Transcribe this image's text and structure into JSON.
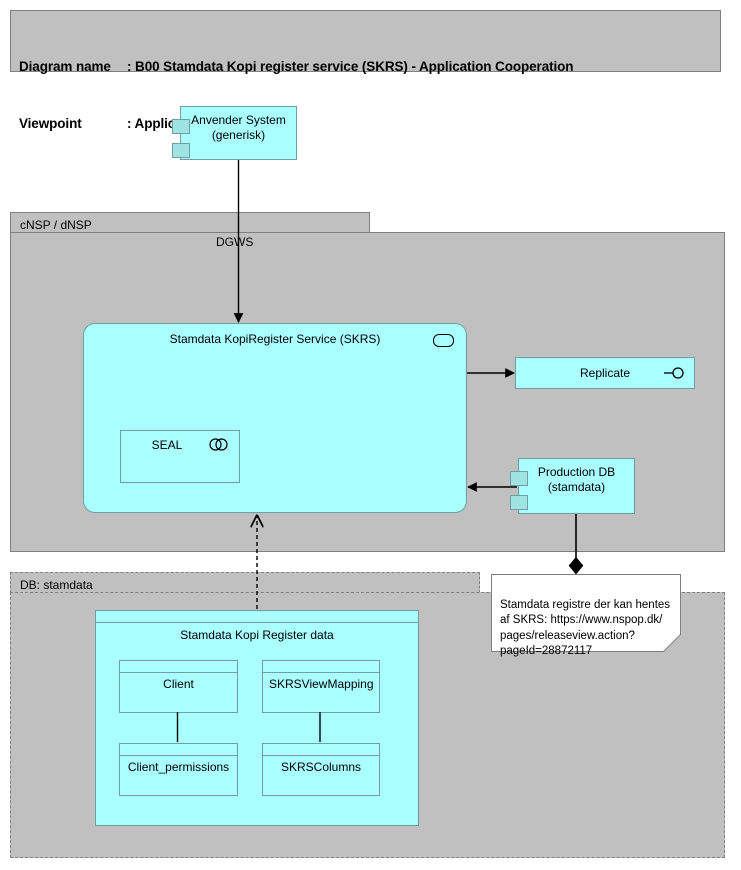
{
  "header": {
    "line1_label": "Diagram name",
    "line1_sep": ": ",
    "line1_value": "B00 Stamdata Kopi register service (SKRS) - Application Cooperation",
    "line2_label": "Viewpoint",
    "line2_sep": ": ",
    "line2_value": "Application Cooperation"
  },
  "colors": {
    "element_fill": "#aaffff",
    "element_stroke": "#6f9fa3",
    "group_fill": "#c0c0c0",
    "group_stroke": "#808080",
    "note_fill": "#ffffff",
    "connector": "#000000",
    "tab_fill": "#9fe3e3"
  },
  "elements": {
    "anvender_system": {
      "label": "Anvender System\n(generisk)",
      "line1": "Anvender System",
      "line2": "(generisk)",
      "type": "application-component"
    },
    "skrs_service": {
      "label": "Stamdata KopiRegister Service (SKRS)",
      "type": "application-service",
      "icon": "rounded-oval-icon"
    },
    "seal": {
      "label": "SEAL",
      "type": "application-collaboration",
      "icon": "two-circles-icon"
    },
    "replicate": {
      "label": "Replicate",
      "type": "application-interface",
      "icon": "lollipop-interface-icon"
    },
    "production_db": {
      "label": "Production DB\n(stamdata)",
      "line1": "Production DB",
      "line2": "(stamdata)",
      "type": "application-component"
    },
    "skr_data": {
      "label": "Stamdata Kopi Register data",
      "type": "data-object"
    },
    "client": {
      "label": "Client",
      "type": "data-object"
    },
    "skrs_view_mapping": {
      "label": "SKRSViewMapping",
      "type": "data-object"
    },
    "client_permissions": {
      "label": "Client_permissions",
      "type": "data-object"
    },
    "skrs_columns": {
      "label": "SKRSColumns",
      "type": "data-object"
    }
  },
  "groups": {
    "cnsp": {
      "label": "cNSP / dNSP",
      "border": "solid"
    },
    "db_stamdata": {
      "label": "DB: stamdata",
      "border": "dashed"
    }
  },
  "connections": {
    "dgws_label": "DGWS"
  },
  "note": {
    "text": "Stamdata registre der kan hentes af SKRS: https://www.nspop.dk/pages/releaseview.action?pageId=28872117",
    "line1": "Stamdata registre der kan hentes",
    "line2": "af SKRS: https://www.nspop.dk/",
    "line3": "pages/releaseview.action?",
    "line4": "pageId=28872117"
  }
}
